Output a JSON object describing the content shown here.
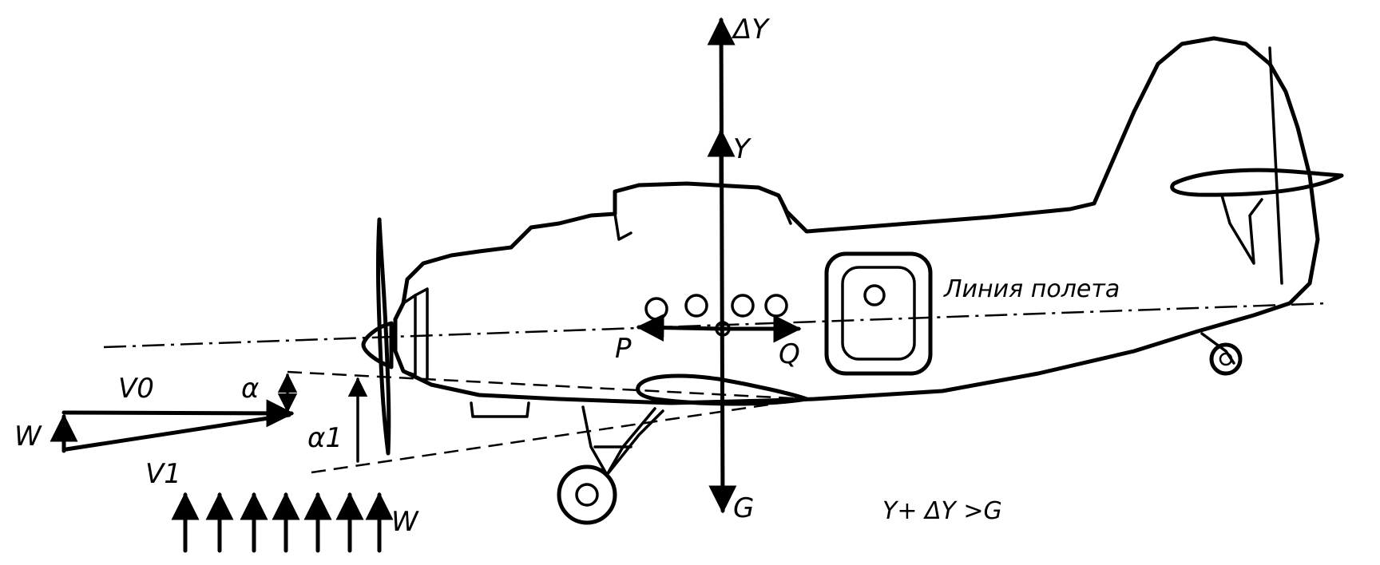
{
  "diagram": {
    "labels": {
      "delta_y": "ΔY",
      "y": "Y",
      "g": "G",
      "p": "P",
      "q": "Q",
      "w_left": "W",
      "w_bottom": "W",
      "v0": "V0",
      "v1": "V1",
      "alpha": "α",
      "alpha1": "α1",
      "flight_line": "Линия полета",
      "equation": "Y+ ΔY >G"
    },
    "colors": {
      "ink": "#000000",
      "paper": "#ffffff"
    }
  }
}
